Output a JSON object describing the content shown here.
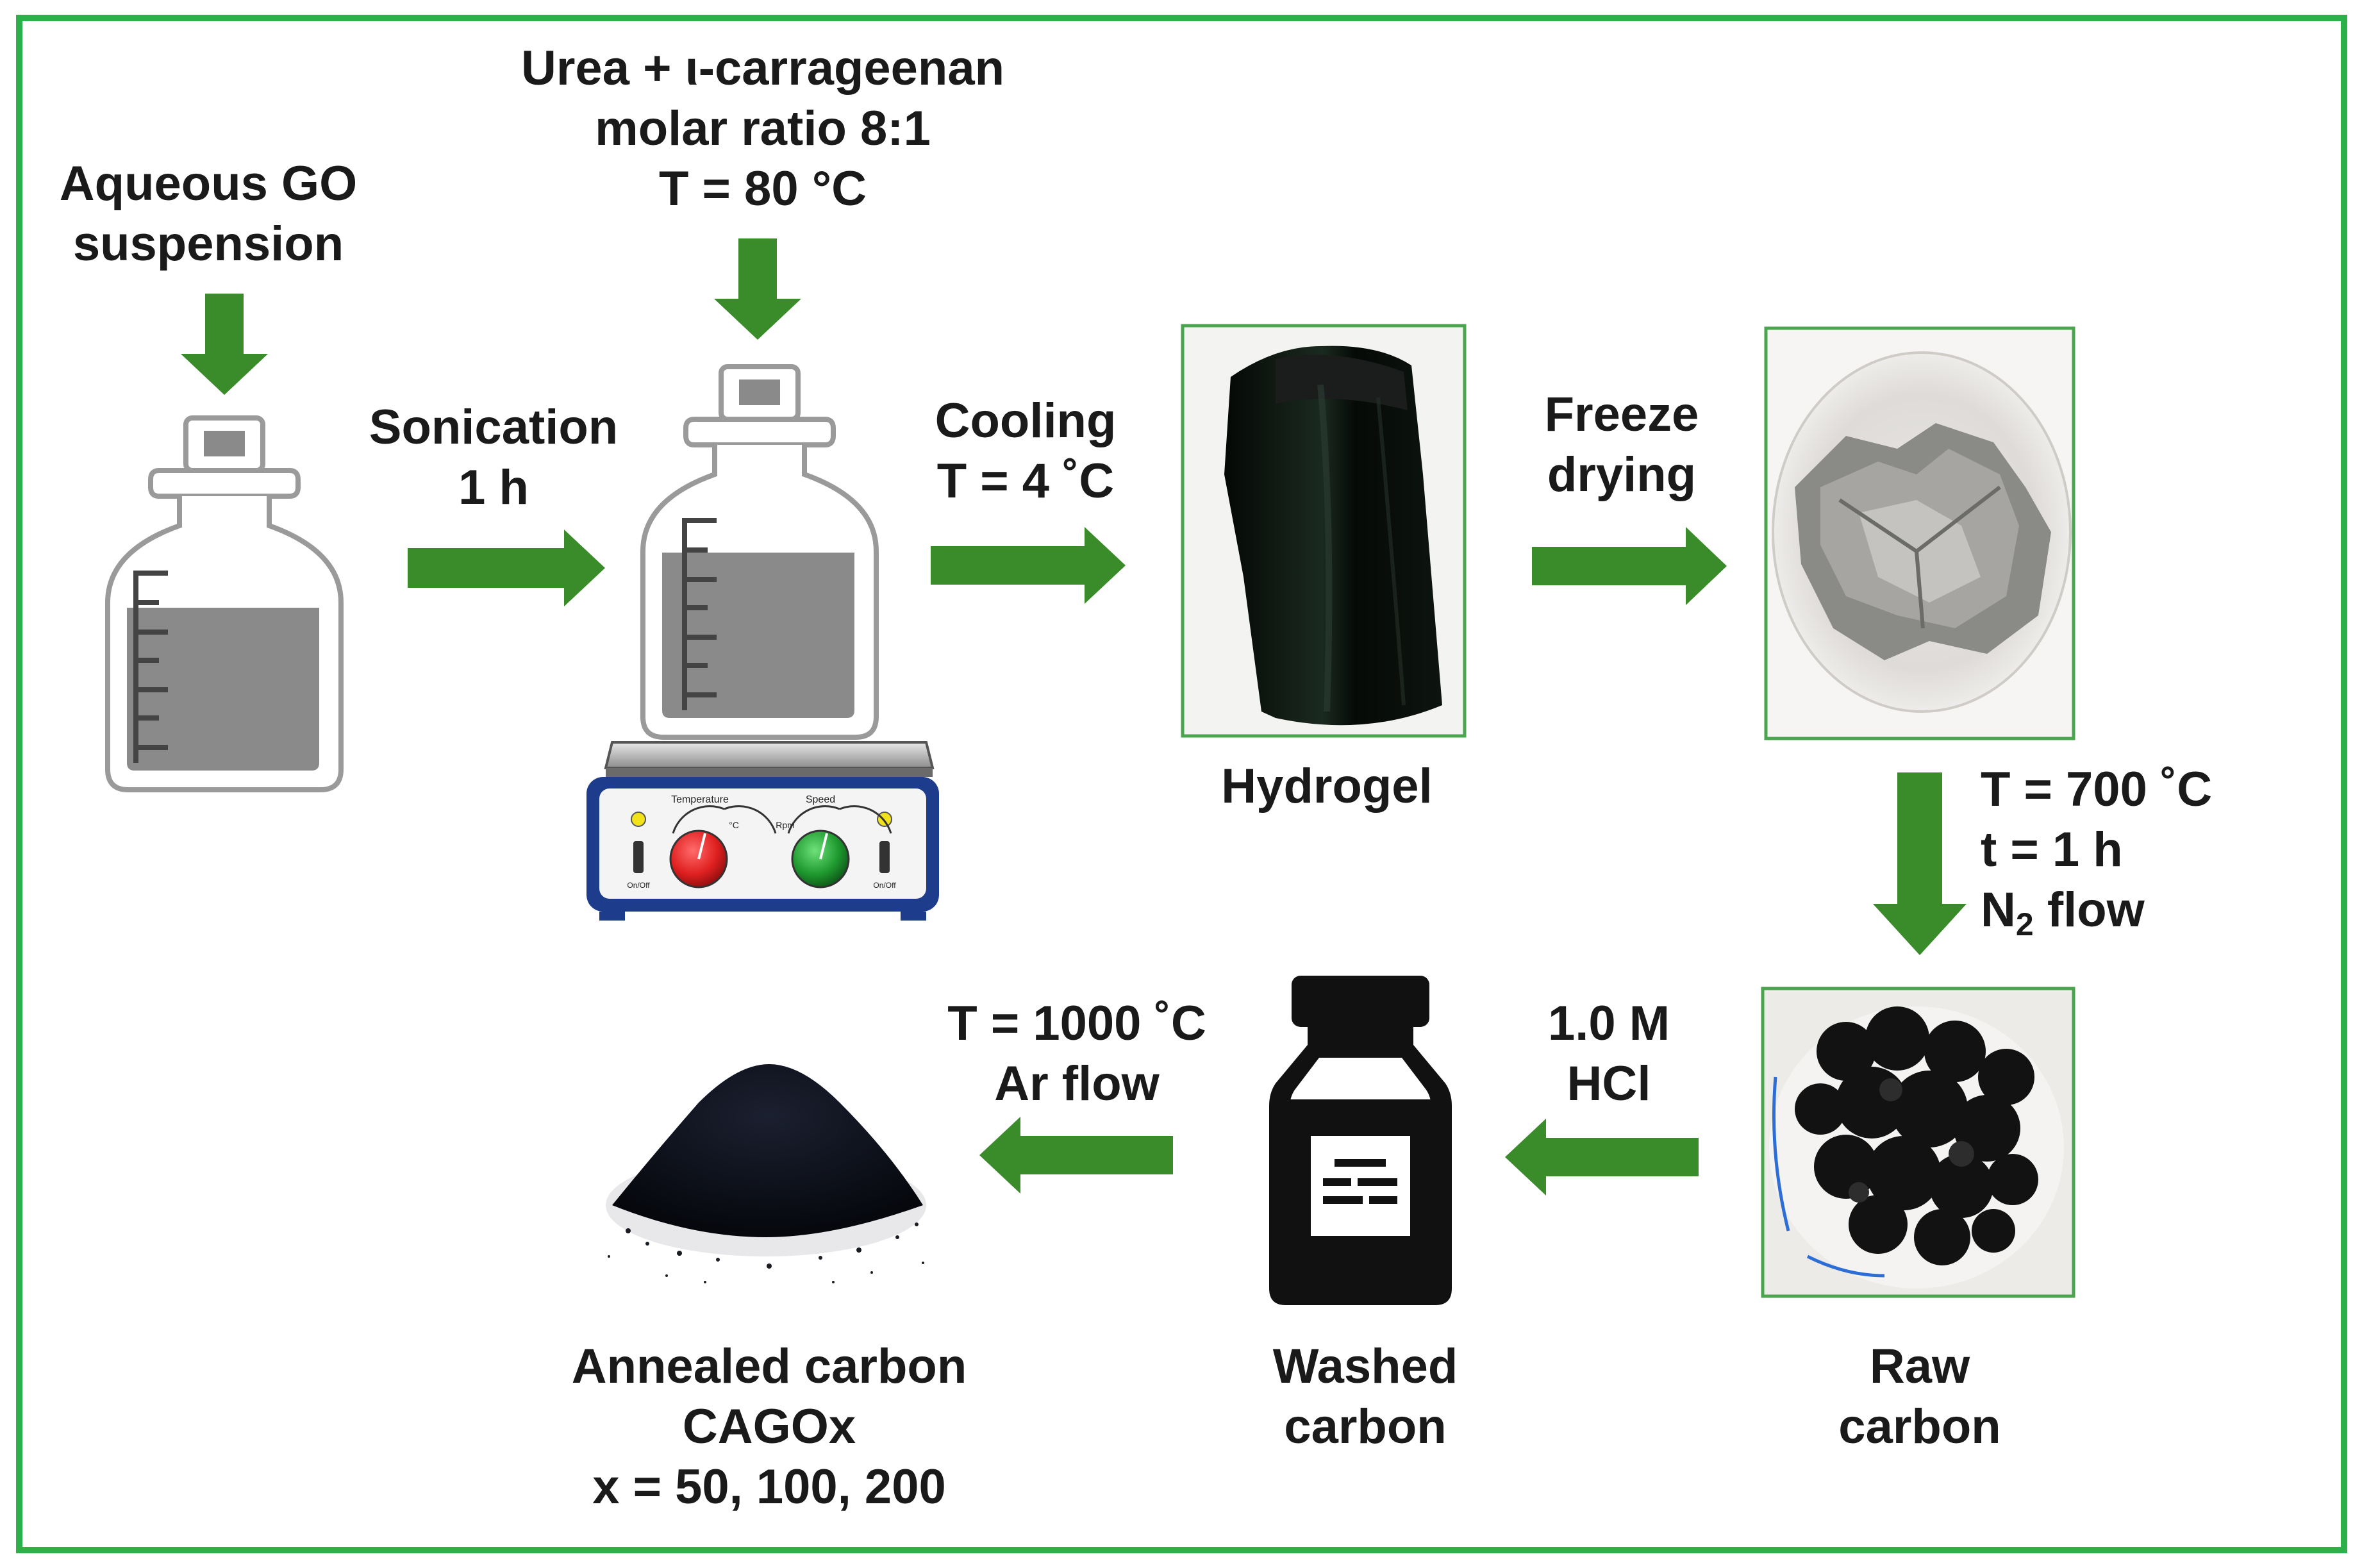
{
  "colors": {
    "frame": "#2bb04a",
    "arrow": "#3a8b2a",
    "flask_gray": "#8a8a8a",
    "knob_red": "#e02020",
    "knob_green": "#1f9a2f",
    "hotplate_panel": "#1e3c8c"
  },
  "labels": {
    "go_suspension": [
      "Aqueous GO",
      "suspension"
    ],
    "urea": [
      "Urea + ι-carrageenan",
      "molar ratio 8:1",
      "T = 80 °C"
    ],
    "sonication": [
      "Sonication",
      "1 h"
    ],
    "cooling": [
      "Cooling",
      "T = 4 ˚C"
    ],
    "freeze": [
      "Freeze",
      "drying"
    ],
    "hydrogel": "Hydrogel",
    "pyrolysis": {
      "temp": "T = 700 ˚C",
      "time": "t = 1 h",
      "flow_prefix": "N",
      "flow_sub": "2",
      "flow_suffix": " flow"
    },
    "hcl": [
      "1.0 M",
      "HCl"
    ],
    "anneal": [
      "T = 1000 ˚C",
      "Ar flow"
    ],
    "raw": [
      "Raw",
      "carbon"
    ],
    "washed": [
      "Washed",
      "carbon"
    ],
    "annealed": [
      "Annealed carbon",
      "CAGOx",
      "x = 50, 100, 200"
    ]
  },
  "hotplate": {
    "temperature_label": "Temperature",
    "speed_label": "Speed",
    "temp_unit": "°C",
    "rpm": "Rpm",
    "onoff": "On/Off"
  },
  "icons": {
    "flask": "volumetric-flask-icon",
    "hotplate": "magnetic-hot-plate-icon",
    "bottle": "reagent-bottle-icon",
    "arrow": "process-arrow-icon"
  }
}
